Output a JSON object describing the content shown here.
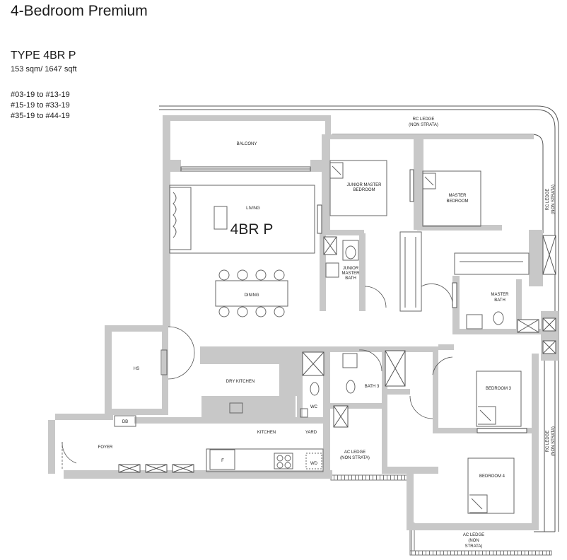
{
  "header": {
    "title": "4-Bedroom Premium",
    "type": "TYPE 4BR P",
    "area": "153 sqm/ 1647 sqft",
    "units": [
      "#03-19 to #13-19",
      "#15-19 to #33-19",
      "#35-19 to #44-19"
    ]
  },
  "plan": {
    "watermark": "4BR P",
    "rooms": {
      "balcony": "BALCONY",
      "living": "LIVING",
      "dining": "DINING",
      "hs": "HS",
      "dry_kitchen": "DRY KITCHEN",
      "kitchen": "KITCHEN",
      "yard": "YARD",
      "wc": "WC",
      "foyer": "FOYER",
      "db": "DB",
      "fridge": "F",
      "wd": "WD",
      "junior_master_bedroom": [
        "JUNIOR MASTER",
        "BEDROOM"
      ],
      "junior_master_bath": [
        "JUNIOR",
        "MASTER",
        "BATH"
      ],
      "master_bedroom": [
        "MASTER",
        "BEDROOM"
      ],
      "master_bath": [
        "MASTER",
        "BATH"
      ],
      "bath3": "BATH 3",
      "bedroom3": "BEDROOM 3",
      "bedroom4": "BEDROOM 4"
    },
    "ledges": {
      "rc_top": [
        "RC LEDGE",
        "(NON STRATA)"
      ],
      "rc_right_top": [
        "RC LEDGE",
        "(NON STRATA)"
      ],
      "rc_right_bottom": [
        "RC LEDGE",
        "(NON STRATA)"
      ],
      "ac_middle": [
        "AC LEDGE",
        "(NON STRATA)"
      ],
      "ac_bottom": [
        "AC LEDGE",
        "(NON",
        "STRATA)"
      ]
    },
    "colors": {
      "wall": "#c8c8c8",
      "line": "#555555",
      "fixture": "#8a8a8a"
    }
  }
}
